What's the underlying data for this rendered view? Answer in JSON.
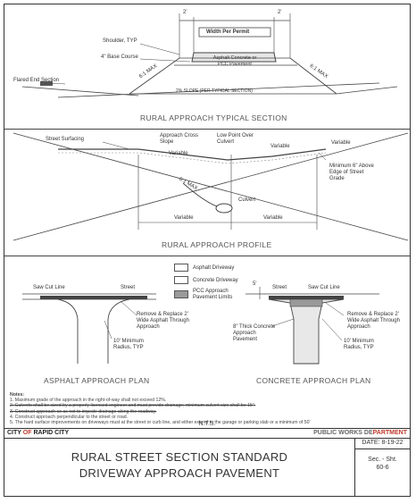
{
  "section": {
    "dim_left": "2'",
    "dim_right": "2'",
    "width_label": "Width Per Permit",
    "shoulder": "Shoulder, TYP",
    "base_course": "4\" Base Course",
    "flared_end": "Flared End Section",
    "pavement": "Asphalt Concrete or PCC Pavement",
    "slope_left": "6:1 MAX",
    "slope_right": "6:1 MAX",
    "culvert_note": "2% SLOPE (PER TYPICAL SECTION)",
    "caption": "RURAL APPROACH TYPICAL SECTION"
  },
  "profile": {
    "street_surfacing": "Street Surfacing",
    "approach_slope": "Approach Cross Slope",
    "variable_top": "Variable",
    "low_point": "Low Point Over Culvert",
    "variable_mid": "Variable",
    "variable_right": "Variable",
    "minimum_edge": "Minimum 6\" Above Edge of Street Grade",
    "slope_left": "6:1 MAX",
    "culvert": "Culvert",
    "variable_bottom_left": "Variable",
    "variable_bottom_right": "Variable",
    "caption": "RURAL APPROACH PROFILE"
  },
  "legend": {
    "asphalt": "Asphalt Driveway",
    "concrete": "Concrete Driveway",
    "pcc": "PCC Approach Pavement Limits"
  },
  "asphalt_plan": {
    "saw_cut": "Saw Cut Line",
    "street": "Street",
    "remove_replace": "Remove & Replace 2' Wide Asphalt Through Approach",
    "radius": "10' Minimum Radius, TYP",
    "caption": "ASPHALT APPROACH PLAN"
  },
  "concrete_plan": {
    "dim_left": "5'",
    "street": "Street",
    "saw_cut": "Saw Cut Line",
    "remove_replace": "Remove & Replace 2' Wide Asphalt Through Approach",
    "thick": "8\" Thick Concrete Approach Pavement",
    "radius": "10' Minimum Radius, TYP",
    "caption": "CONCRETE APPROACH PLAN"
  },
  "notes": {
    "heading": "Notes:",
    "n1": "1.     Maximum grade of the approach in the right-of-way shall not exceed 12%.",
    "n2": "2.     Culverts shall be sized by a properly licensed engineer and must provide drainage; minimum culvert size shall be 15\".",
    "n3": "3.     Construct approach so as not to impede drainage along the roadway.",
    "n4": "4.     Construct approach perpendicular to the street or road.",
    "n5": "5.     The hard surface improvements on driveways must at the street or curb line, and either extend to the garage or parking slab or a minimum of 50'"
  },
  "nts": "N.T.S.",
  "title_block": {
    "city_prefix": "CITY ",
    "city_of": "OF",
    "city_name": " RAPID CITY",
    "dept_a": "PUBLIC WORKS DE",
    "dept_b": "PARTMENT",
    "title_line1": "RURAL STREET SECTION STANDARD",
    "title_line2": "DRIVEWAY APPROACH PAVEMENT",
    "date": "DATE: 8-19-22",
    "sec_label": "Sec. - Sht.",
    "sec_value": "60-6"
  },
  "colors": {
    "line": "#444444",
    "accent_red": "#c0392b",
    "asphalt_fill": "#9a9a9a",
    "concrete_fill": "#e8e8e8"
  }
}
